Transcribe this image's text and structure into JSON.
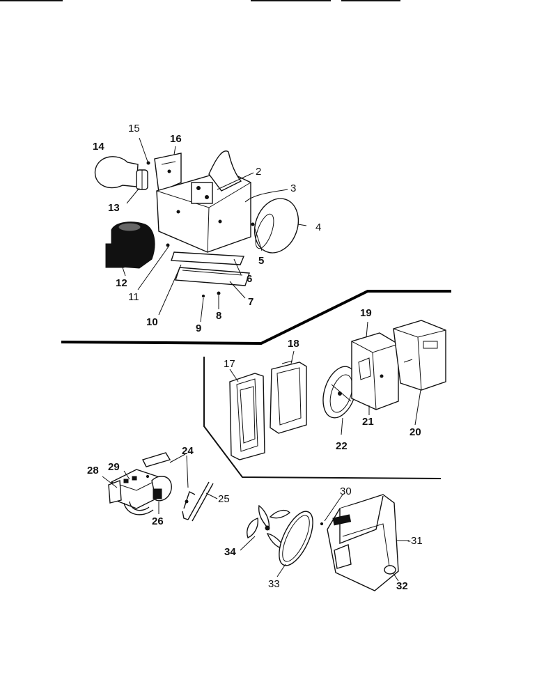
{
  "diagram": {
    "callouts": {
      "c2": "2",
      "c3": "3",
      "c4": "4",
      "c5": "5",
      "c6": "6",
      "c7": "7",
      "c8": "8",
      "c9": "9",
      "c10": "10",
      "c11": "11",
      "c12": "12",
      "c13": "13",
      "c14": "14",
      "c15": "15",
      "c16": "16",
      "c17": "17",
      "c18": "18",
      "c19": "19",
      "c20": "20",
      "c21": "21",
      "c22": "22",
      "c24": "24",
      "c25": "25",
      "c26": "26",
      "c28": "28",
      "c29": "29",
      "c30": "30",
      "c31": "-31",
      "c32": "32",
      "c33": "33",
      "c34": "34"
    }
  }
}
